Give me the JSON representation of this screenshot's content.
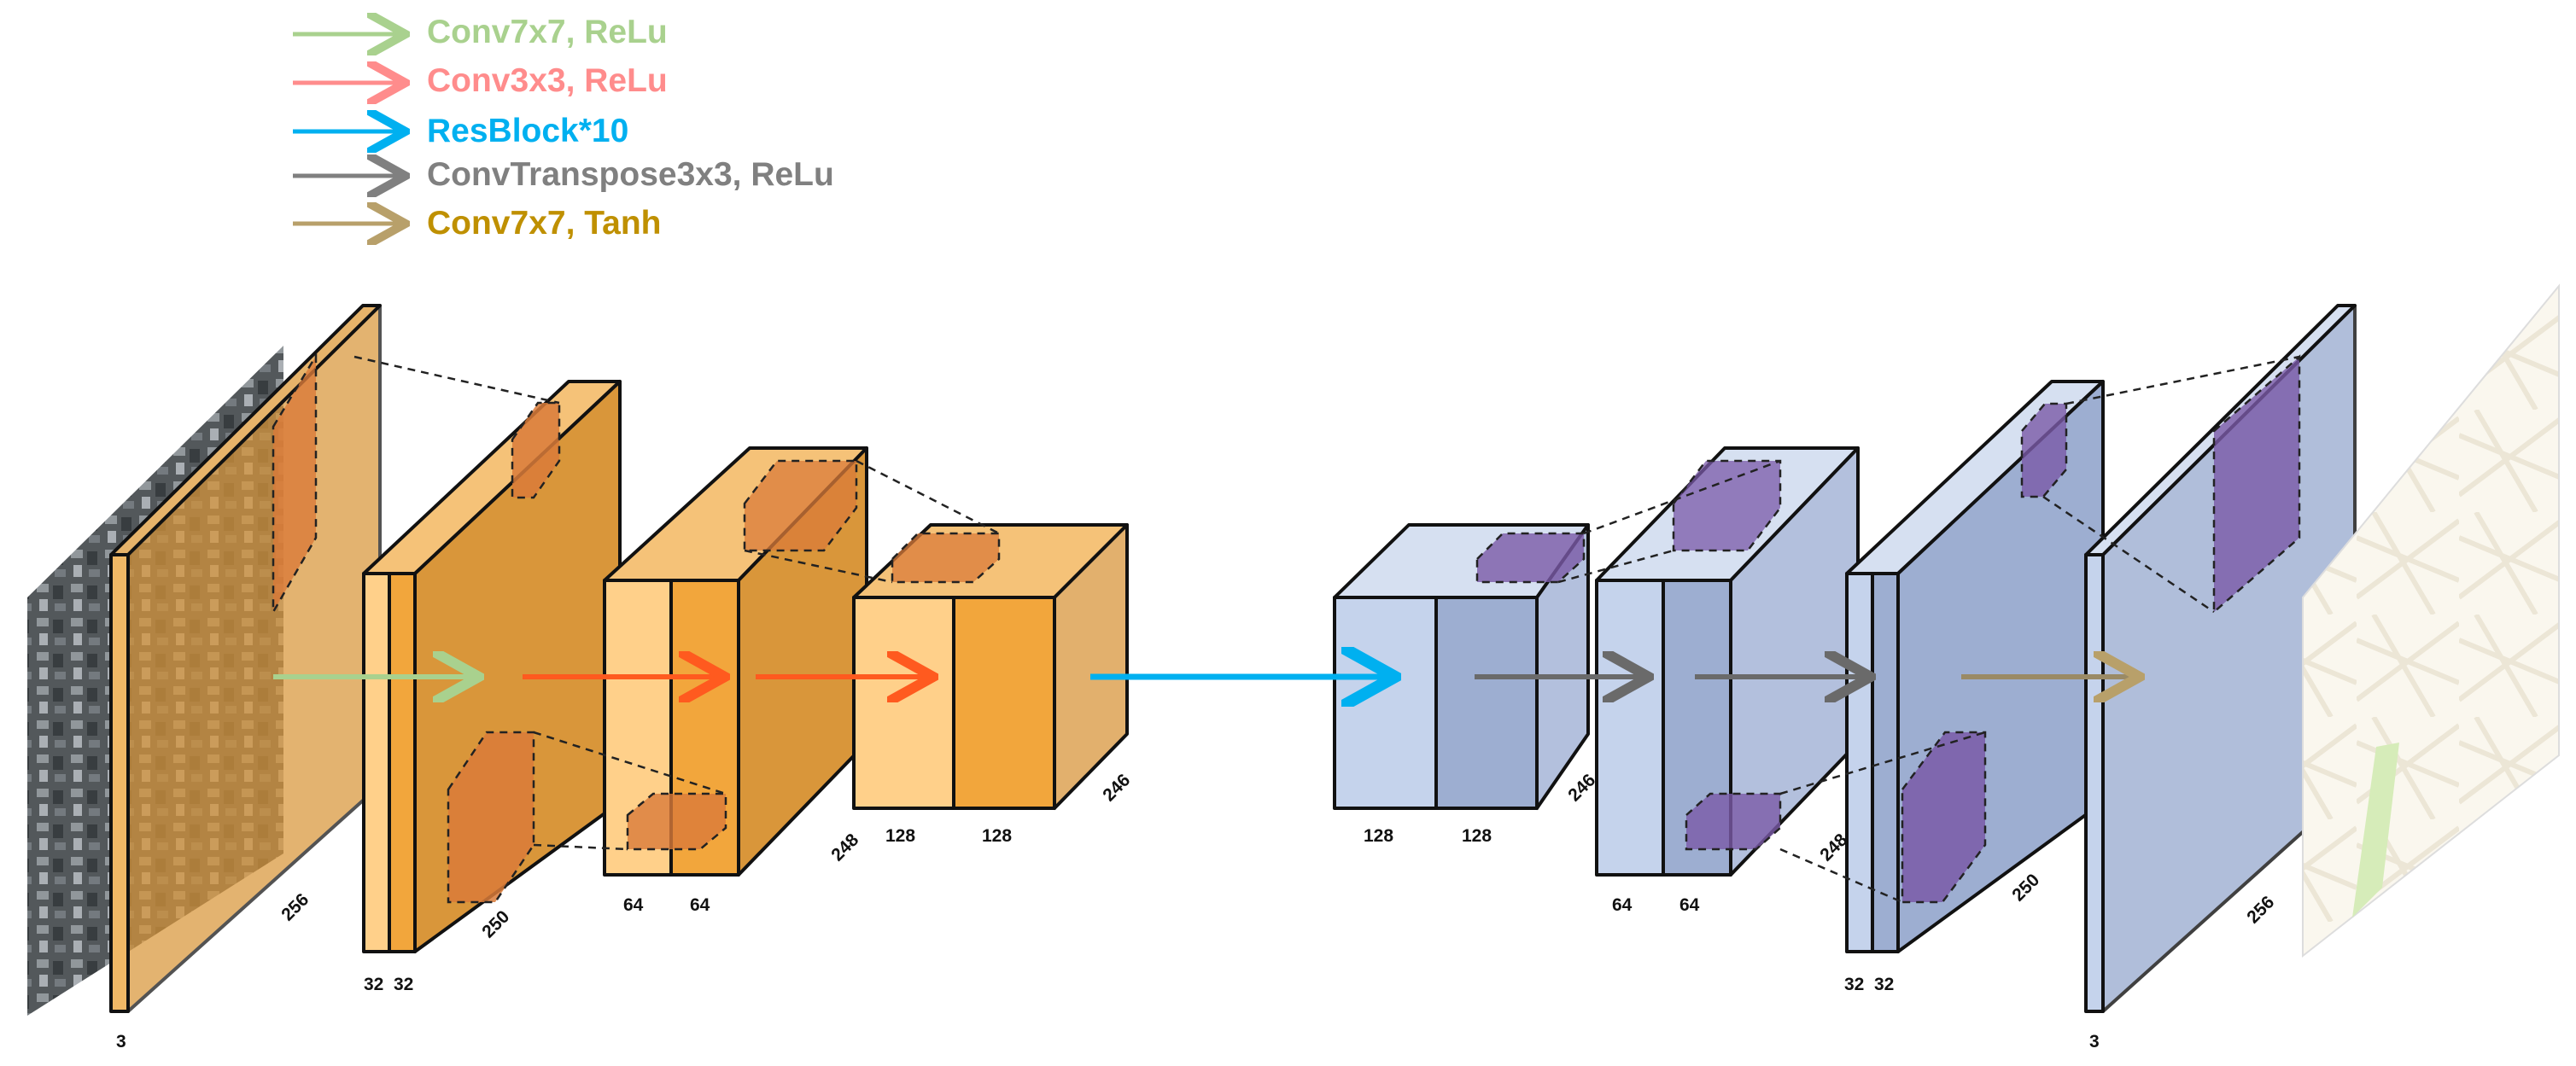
{
  "legend": [
    {
      "label": "Conv7x7, ReLu",
      "color": "#a9d18e",
      "text_color": "#a9d18e"
    },
    {
      "label": "Conv3x3, ReLu",
      "color": "#ff8c8c",
      "text_color": "#ff8c8c"
    },
    {
      "label": "ResBlock*10",
      "color": "#00b0f0",
      "text_color": "#00b0f0"
    },
    {
      "label": "ConvTranspose3x3, ReLu",
      "color": "#808080",
      "text_color": "#808080"
    },
    {
      "label": "Conv7x7, Tanh",
      "color": "#b8a06a",
      "text_color": "#bf9000"
    }
  ],
  "encoder_labels": {
    "input_channels": "3",
    "input_size": "256",
    "conv1_channels_a": "32",
    "conv1_channels_b": "32",
    "conv1_size": "250",
    "conv2_channels_a": "64",
    "conv2_channels_b": "64",
    "conv2_size": "248",
    "conv3_channels_a": "128",
    "conv3_channels_b": "128",
    "conv3_size": "246"
  },
  "decoder_labels": {
    "res_channels_a": "128",
    "res_channels_b": "128",
    "res_size": "246",
    "up1_channels_a": "64",
    "up1_channels_b": "64",
    "up1_size": "248",
    "up2_channels_a": "32",
    "up2_channels_b": "32",
    "up2_size": "250",
    "output_channels": "3",
    "output_size": "256"
  },
  "colors": {
    "encoder_front": "#ffd08a",
    "encoder_mid": "#f2a63c",
    "encoder_side": "#d9963a",
    "decoder_front": "#c5d3ec",
    "decoder_mid": "#9daed1",
    "decoder_side": "#8698bf",
    "kernel_orange": "#d97b3a",
    "kernel_purple": "#7a5aa8"
  }
}
